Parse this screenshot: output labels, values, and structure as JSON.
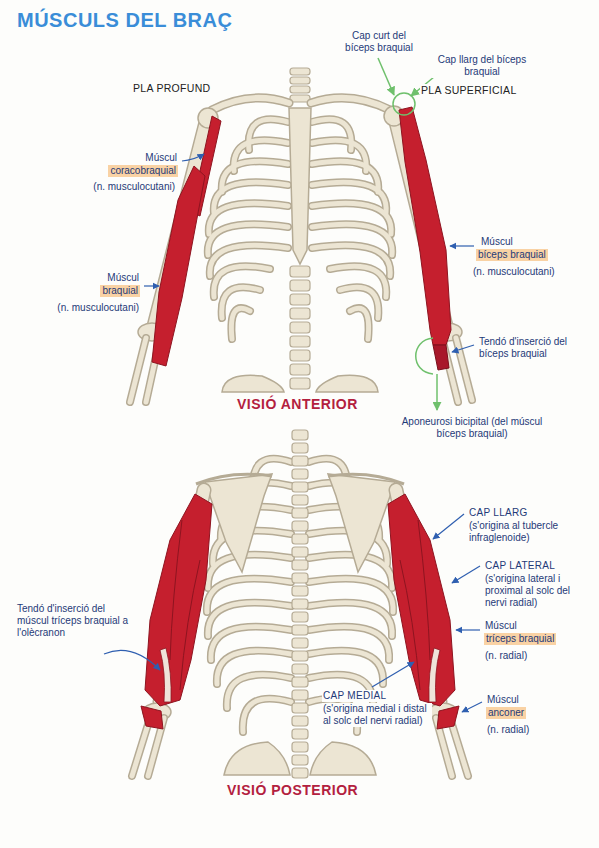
{
  "diagram": {
    "title": "MÚSCULS DEL BRAÇ",
    "labels": [
      "Cap curt del bíceps braquial",
      "Cap llarg del bíceps braquial",
      "PLA PROFUND",
      "PLA SUPERFICIAL",
      "Múscul",
      "coracobraquial",
      "(n. musculocutani)",
      "Múscul",
      "bíceps braquial",
      "(n. musculocutani)",
      "Múscul",
      "braquial",
      "(n. musculocutani)",
      "Tendó d'inserció del bíceps braquial",
      "VISIÓ ANTERIOR",
      "Aponeurosi bicipital (del múscul bíceps braquial)",
      "CAP LLARG",
      "(s'origina al tubercle infraglenoide)",
      "CAP LATERAL",
      "(s'origina lateral i proximal al solc del nervi radial)",
      "Tendó d'inserció del múscul tríceps braquial a l'olècranon",
      "Múscul",
      "tríceps braquial",
      "(n. radial)",
      "CAP MEDIAL",
      "(s'origina medial i distal al solc del nervi radial)",
      "Múscul",
      "anconer",
      "(n. radial)",
      "VISIÓ POSTERIOR"
    ]
  }
}
